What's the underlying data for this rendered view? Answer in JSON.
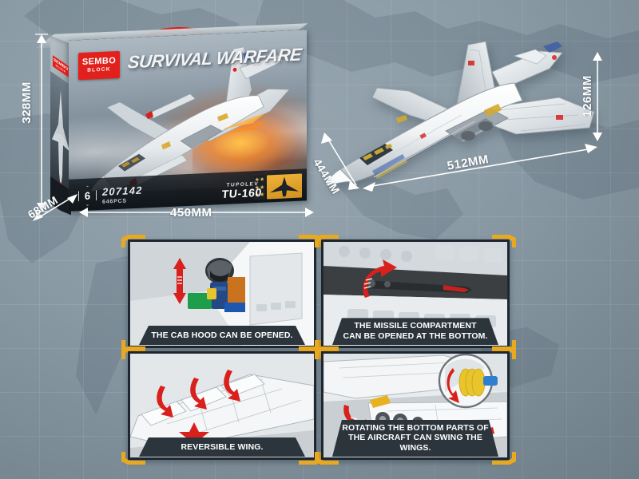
{
  "background": {
    "base_color": "#8a9aa5",
    "grid_color": "#9fb0ba",
    "map_color": "#6f818d"
  },
  "package": {
    "brand_line1": "SEMBO",
    "brand_line2": "BLOCK",
    "title": "SURVIVAL WARFARE",
    "age_rating": "6",
    "product_code": "207142",
    "piece_count": "646PCS",
    "model_brand": "TUPOLEV",
    "model_name": "TU-160",
    "handle_color": "#d8201c",
    "logo_color": "#e2211c",
    "gold_color": "#e7a92c"
  },
  "dimensions": {
    "box_height": "328MM",
    "box_depth": "68MM",
    "box_width": "450MM",
    "model_height": "126MM",
    "model_wingspan": "444MM",
    "model_length": "512MM"
  },
  "features": [
    {
      "id": "cab-hood",
      "caption_lines": [
        "THE CAB HOOD CAN BE OPENED."
      ],
      "arrow": "double-vertical-red",
      "accent_color": "#e8a81f"
    },
    {
      "id": "missile-compartment",
      "caption_lines": [
        "THE MISSILE COMPARTMENT",
        "CAN BE OPENED AT THE BOTTOM."
      ],
      "arrow": "curved-red",
      "accent_color": "#e8a81f"
    },
    {
      "id": "reversible-wing",
      "caption_lines": [
        "REVERSIBLE WING."
      ],
      "arrow": "triple-curved-red",
      "accent_color": "#e8a81f"
    },
    {
      "id": "swing-wings",
      "caption_lines": [
        "ROTATING THE BOTTOM PARTS OF",
        "THE AIRCRAFT CAN SWING THE WINGS."
      ],
      "arrow": "curved-double-red",
      "accent_color": "#e8a81f"
    }
  ]
}
